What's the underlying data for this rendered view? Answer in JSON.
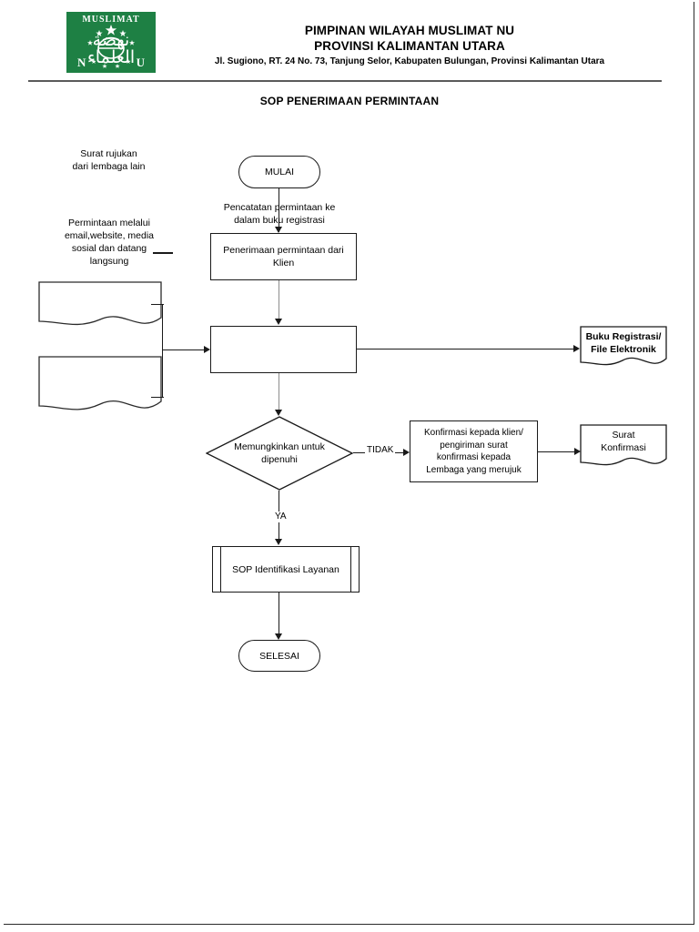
{
  "header": {
    "logo": {
      "top_text": "MUSLIMAT",
      "left_letter": "N",
      "right_letter": "U",
      "arabic_text": "نهضة العلماء",
      "bg_color": "#1e8044"
    },
    "org_line1": "PIMPINAN WILAYAH MUSLIMAT NU",
    "org_line2": "PROVINSI KALIMANTAN UTARA",
    "address": "Jl. Sugiono, RT. 24 No. 73, Tanjung Selor, Kabupaten Bulungan, Provinsi Kalimantan Utara"
  },
  "document_title": "SOP PENERIMAAN PERMINTAAN",
  "annotations": {
    "note_top": "Surat rujukan\ndari lembaga lain",
    "note_bottom": "Permintaan melalui\nemail,website, media\nsosial dan datang\nlangsung",
    "arrow_label_registration": "Pencatatan permintaan ke\ndalam buku registrasi",
    "branch_no": "TIDAK",
    "branch_yes": "YA"
  },
  "flow": {
    "start": "MULAI",
    "receive_request": "Penerimaan permintaan dari\nKlien",
    "middle_process": "",
    "decision": "Memungkinkan untuk\ndipenuhi",
    "confirmation_process": "Konfirmasi kepada klien/\npengiriman surat\nkonfirmasi kepada\nLembaga yang merujuk",
    "sop_identification": "SOP Identifikasi Layanan",
    "end": "SELESAI"
  },
  "documents": {
    "input_doc_1": "",
    "input_doc_2": "",
    "registration_book": "Buku Registrasi/\nFile Elektronik",
    "confirmation_letter": "Surat\nKonfirmasi"
  },
  "colors": {
    "line": "#1a1a1a",
    "grey_line": "#8d8d8d",
    "rule": "#5b5b5b"
  }
}
